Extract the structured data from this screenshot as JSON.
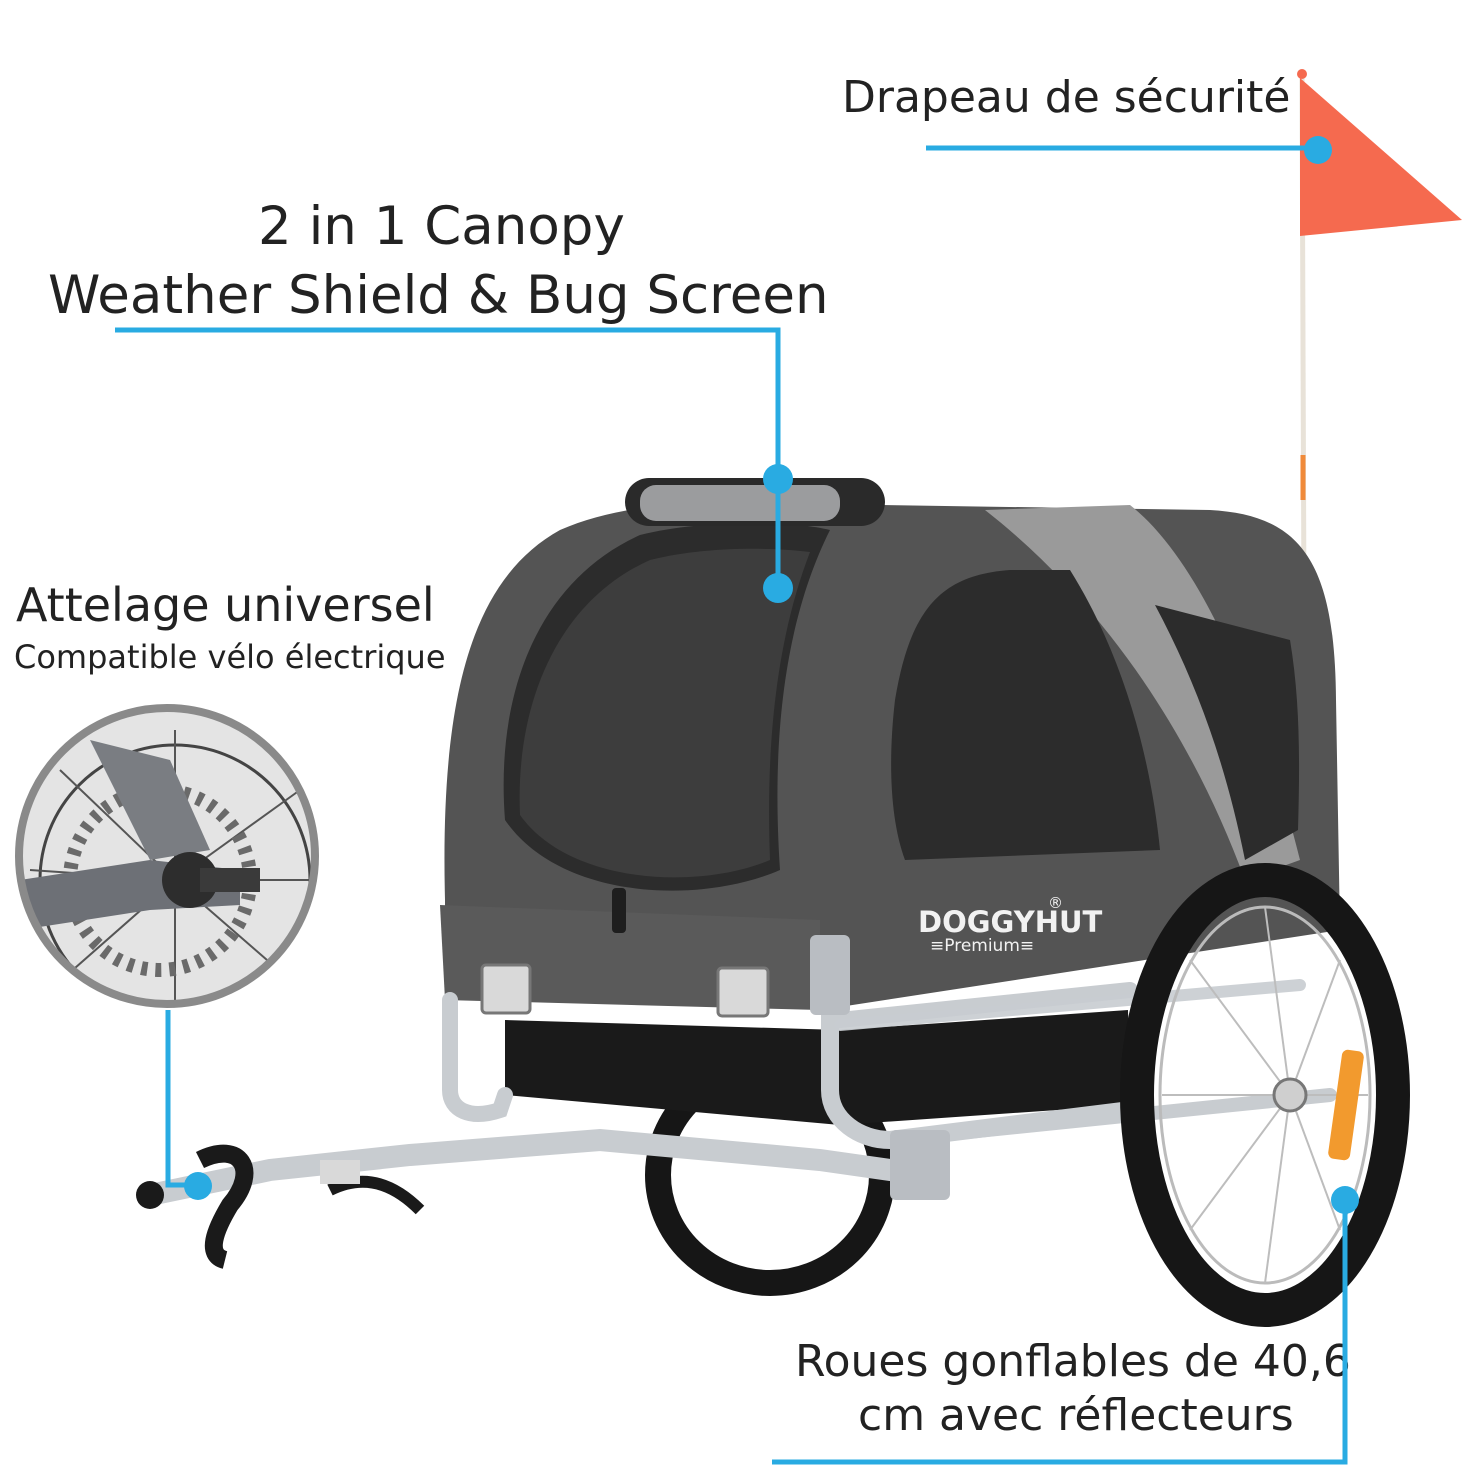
{
  "labels": {
    "flag": "Drapeau de sécurité",
    "canopy_line1": "2 in 1 Canopy",
    "canopy_line2": "Weather Shield  & Bug Screen",
    "hitch_title": "Attelage universel",
    "hitch_subtitle": "Compatible vélo électrique",
    "wheels_line1": "Roues gonflables de 40,6",
    "wheels_line2": "cm avec réflecteurs"
  },
  "brand": {
    "name": "DOGGYHUT",
    "mark": "®",
    "tier": "≡Premium≡"
  },
  "colors": {
    "callout": "#29abe2",
    "canopy_dark": "#545454",
    "canopy_light": "#9a9a9a",
    "frame": "#c8ccd0",
    "flag": "#f56a4f",
    "tire": "#161616"
  }
}
